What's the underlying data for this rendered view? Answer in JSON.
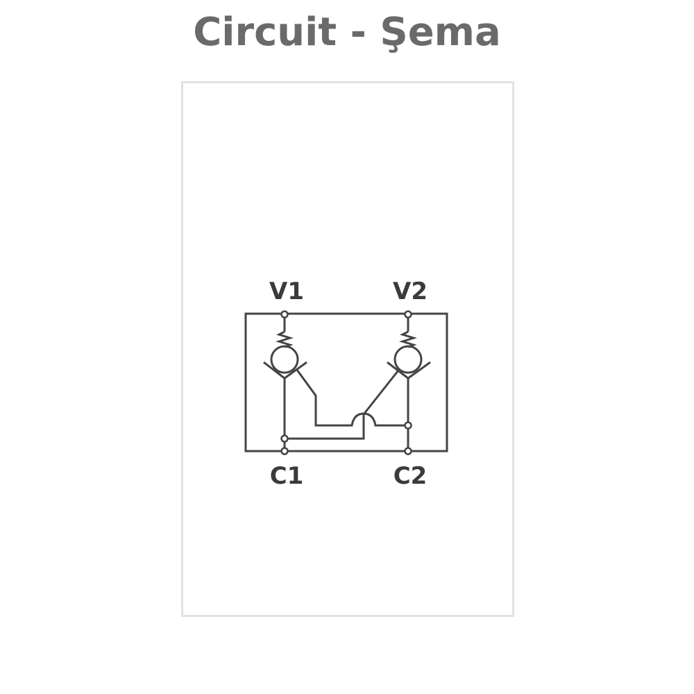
{
  "title": "Circuit - Şema",
  "diagram": {
    "ports": {
      "v1": "V1",
      "v2": "V2",
      "c1": "C1",
      "c2": "C2"
    }
  }
}
